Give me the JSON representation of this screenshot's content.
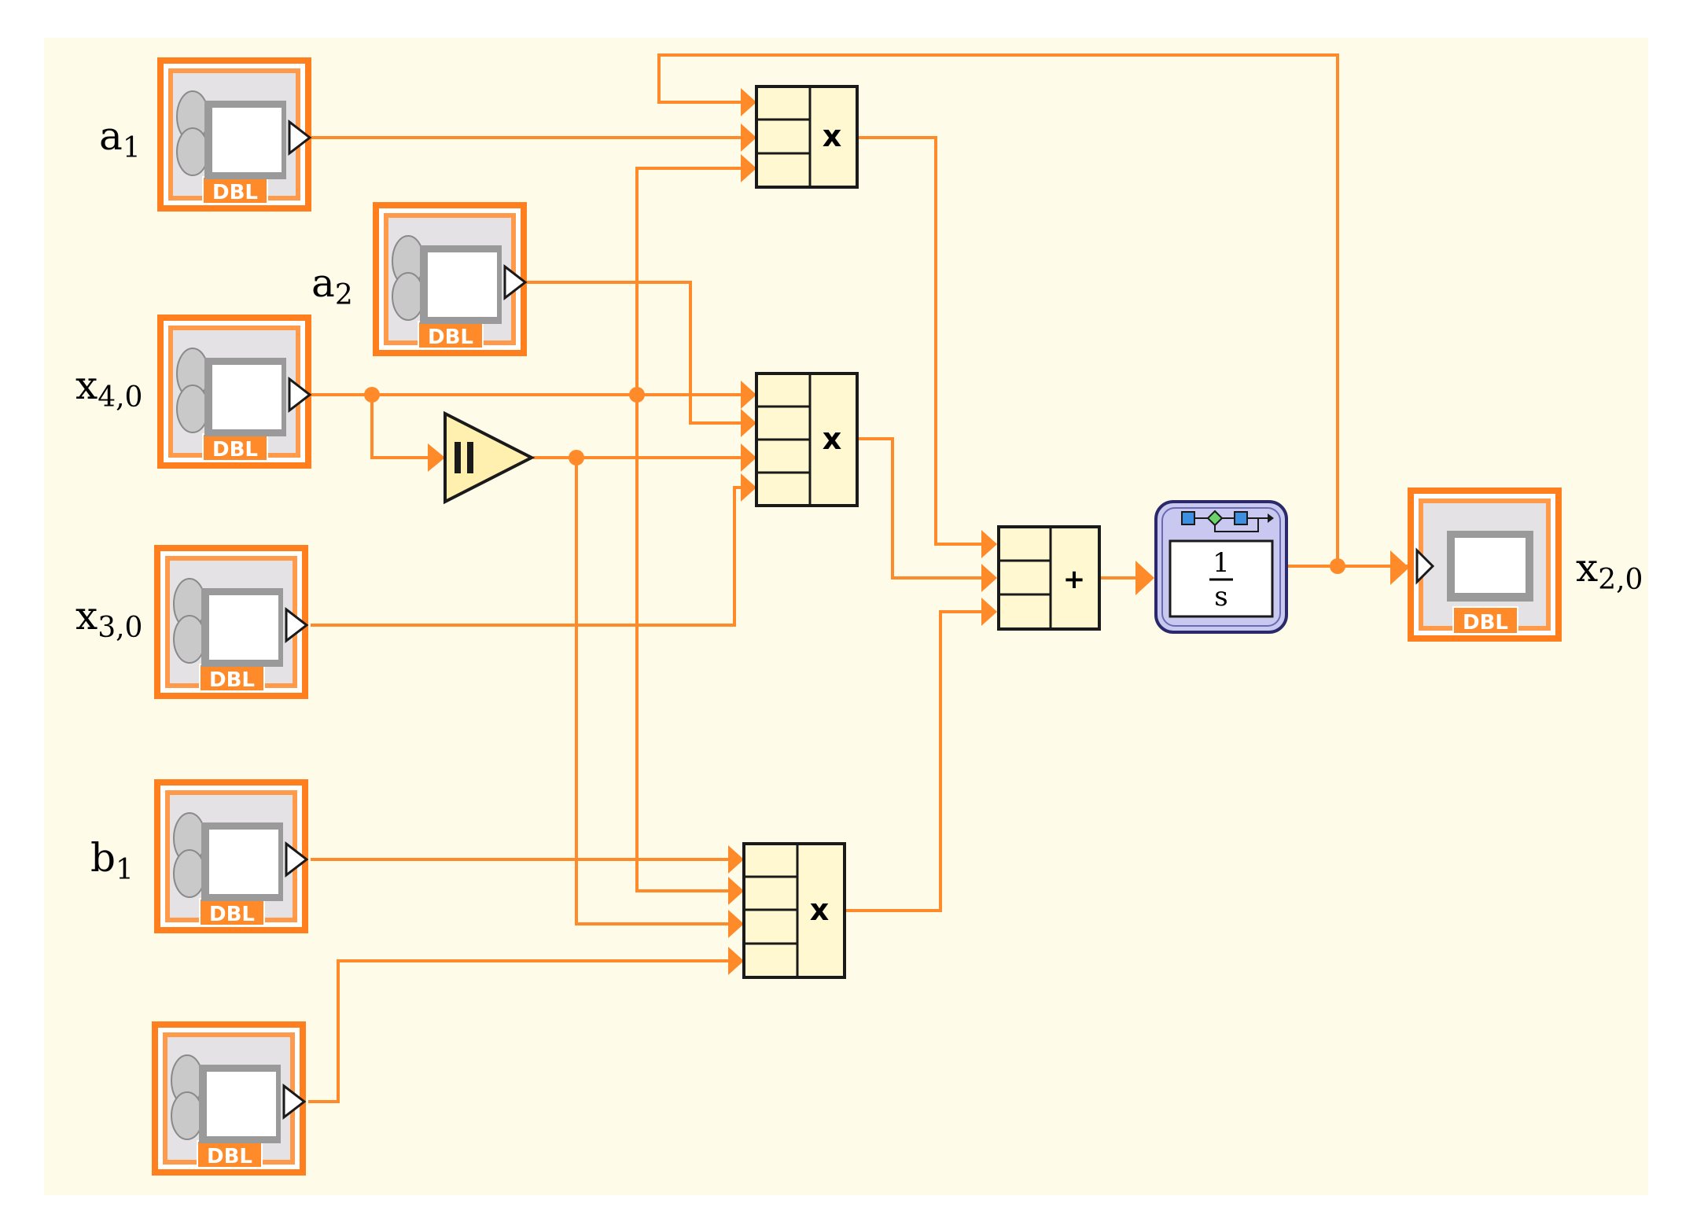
{
  "colors": {
    "background": "#fefce9",
    "wire": "#ff8a2a",
    "control_border": "#ff7f1e",
    "node_fill": "#fff8d0",
    "node_stroke": "#1a1a1a",
    "integrator_fill": "#c8c8f0",
    "integrator_stroke": "#2a2a6a"
  },
  "labels": {
    "a1": {
      "base": "a",
      "sub": "1"
    },
    "a2": {
      "base": "a",
      "sub": "2"
    },
    "x40": {
      "base": "x",
      "sub": "4,0"
    },
    "x30": {
      "base": "x",
      "sub": "3,0"
    },
    "b1": {
      "base": "b",
      "sub": "1"
    },
    "x20": {
      "base": "x",
      "sub": "2,0"
    }
  },
  "control_tag": "DBL",
  "operators": {
    "multiply": "x",
    "add": "+"
  },
  "integrator": {
    "numerator": "1",
    "denominator": "s"
  },
  "icons": {
    "control": "numeric-control-icon",
    "indicator": "numeric-indicator-icon",
    "square": "square-function-icon",
    "integrator": "integrator-icon"
  }
}
